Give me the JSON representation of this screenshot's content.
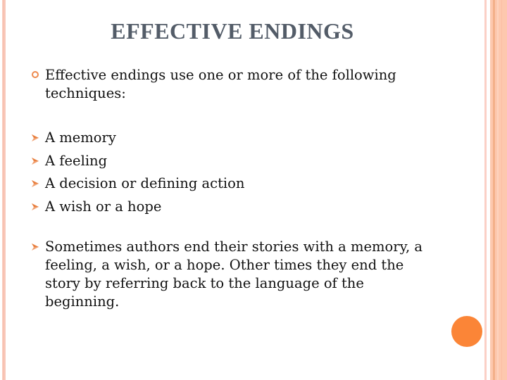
{
  "slide": {
    "title": "EFFECTIVE ENDINGS",
    "intro": {
      "bullet_icon": "circle-bullet-icon",
      "text": "Effective endings use one or more of the following techniques:"
    },
    "techniques": [
      {
        "bullet_icon": "arrow-bullet-icon",
        "text": "A memory"
      },
      {
        "bullet_icon": "arrow-bullet-icon",
        "text": "A feeling"
      },
      {
        "bullet_icon": "arrow-bullet-icon",
        "text": "A decision or defining action"
      },
      {
        "bullet_icon": "arrow-bullet-icon",
        "text": "A wish or a hope"
      }
    ],
    "closing": {
      "bullet_icon": "arrow-bullet-icon",
      "text": "Sometimes authors end their stories with a memory, a feeling, a wish, or a hope. Other times they end the story by referring back to the language of the beginning."
    }
  },
  "colors": {
    "title": "#535c68",
    "text": "#111111",
    "bullet_accent": "#ee8a4e",
    "orange_dot": "#fb8537",
    "stripe_peach": "#fdc8ae",
    "stripe_pink": "#f9cbbd"
  }
}
